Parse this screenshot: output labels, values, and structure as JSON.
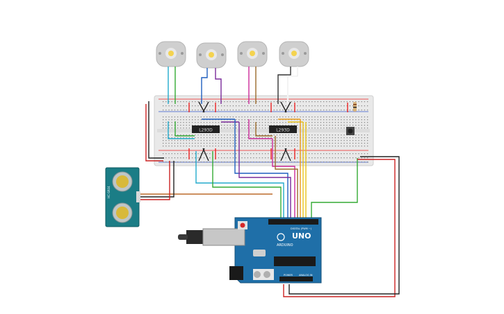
{
  "components": {
    "motor_label": "",
    "ic_left_label": "L293D",
    "ic_right_label": "L293D",
    "sensor_brand": "HC-SR04",
    "arduino_model": "UNO",
    "arduino_brand": "ARDUINO",
    "arduino_digital_header": "DIGITAL (PWM ~)",
    "arduino_power_header": "POWER",
    "arduino_analog_header": "ANALOG IN"
  },
  "colors": {
    "breadboard": "#e9e9e9",
    "arduino_board": "#1f6fa8",
    "sensor_board": "#1b7d86",
    "motor_body": "#cfcfcf",
    "motor_core": "#f4d34f",
    "rail_red": "#e22",
    "rail_blue": "#3355cc"
  }
}
